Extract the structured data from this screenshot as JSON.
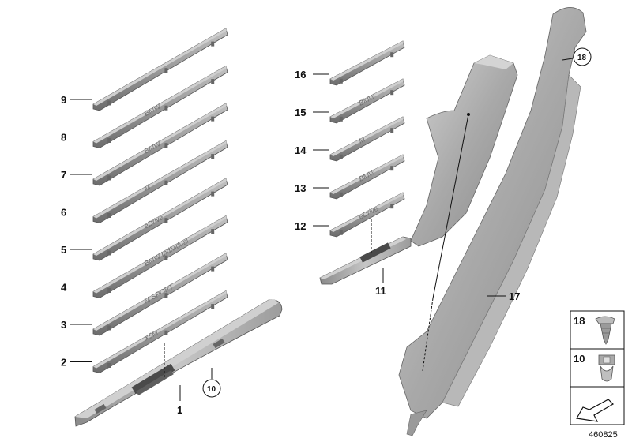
{
  "diagram": {
    "doc_number": "460825",
    "left_labels": [
      {
        "num": "9",
        "emblem": ""
      },
      {
        "num": "8",
        "emblem": "BMW"
      },
      {
        "num": "7",
        "emblem": "BMW"
      },
      {
        "num": "6",
        "emblem": "M"
      },
      {
        "num": "5",
        "emblem": "eDrive"
      },
      {
        "num": "4",
        "emblem": "BMW Individual"
      },
      {
        "num": "3",
        "emblem": "M SPORT"
      },
      {
        "num": "2",
        "emblem": "X5M"
      }
    ],
    "right_labels": [
      {
        "num": "16",
        "emblem": ""
      },
      {
        "num": "15",
        "emblem": "BMW"
      },
      {
        "num": "14",
        "emblem": "M"
      },
      {
        "num": "13",
        "emblem": "BMW"
      },
      {
        "num": "12",
        "emblem": "eDrive"
      }
    ],
    "part_1": "1",
    "part_10": "10",
    "part_11": "11",
    "part_17": "17",
    "part_18": "18",
    "legend_18": "18",
    "legend_10": "10"
  }
}
